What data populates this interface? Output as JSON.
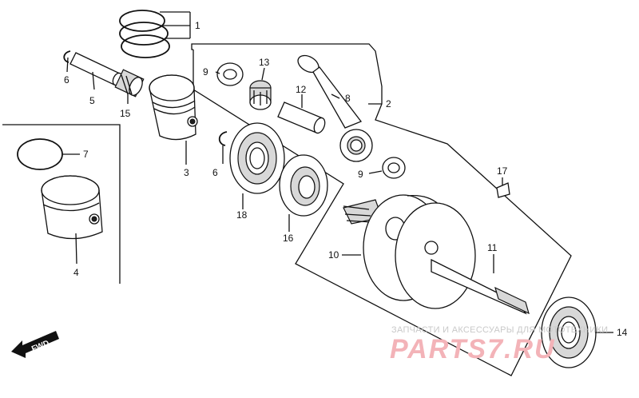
{
  "callouts": {
    "c1": "1",
    "c2": "2",
    "c3": "3",
    "c4": "4",
    "c5": "5",
    "c6a": "6",
    "c6b": "6",
    "c7": "7",
    "c8": "8",
    "c9a": "9",
    "c9b": "9",
    "c10": "10",
    "c11": "11",
    "c12": "12",
    "c13": "13",
    "c14": "14",
    "c15": "15",
    "c16": "16",
    "c17": "17",
    "c18": "18"
  },
  "fwd_label": "FWD",
  "watermark": {
    "caption": "ЗАПЧАСТИ И АКСЕССУАРЫ ДЛЯ МОТОТЕХНИКИ",
    "logo": "PARTS7.RU"
  }
}
